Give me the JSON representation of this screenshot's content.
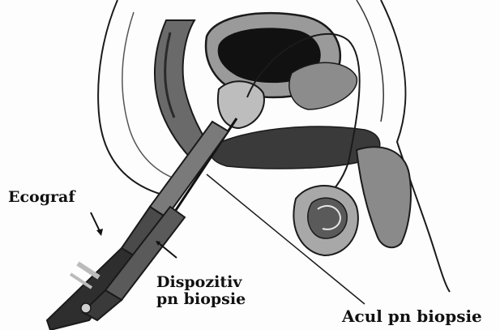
{
  "labels": {
    "ecograf": "Ecograf",
    "dispozitiv_line1": "Dispozitiv",
    "dispozitiv_line2": "pn biopsie",
    "acul": "Acul pn biopsie"
  },
  "colors": {
    "background": "#fdfdfd",
    "outline": "#1a1a1a",
    "dark_fill": "#3a3a3a",
    "mid_fill": "#7d7d7d",
    "light_fill": "#bdbdbd",
    "bladder_interior": "#111111"
  }
}
